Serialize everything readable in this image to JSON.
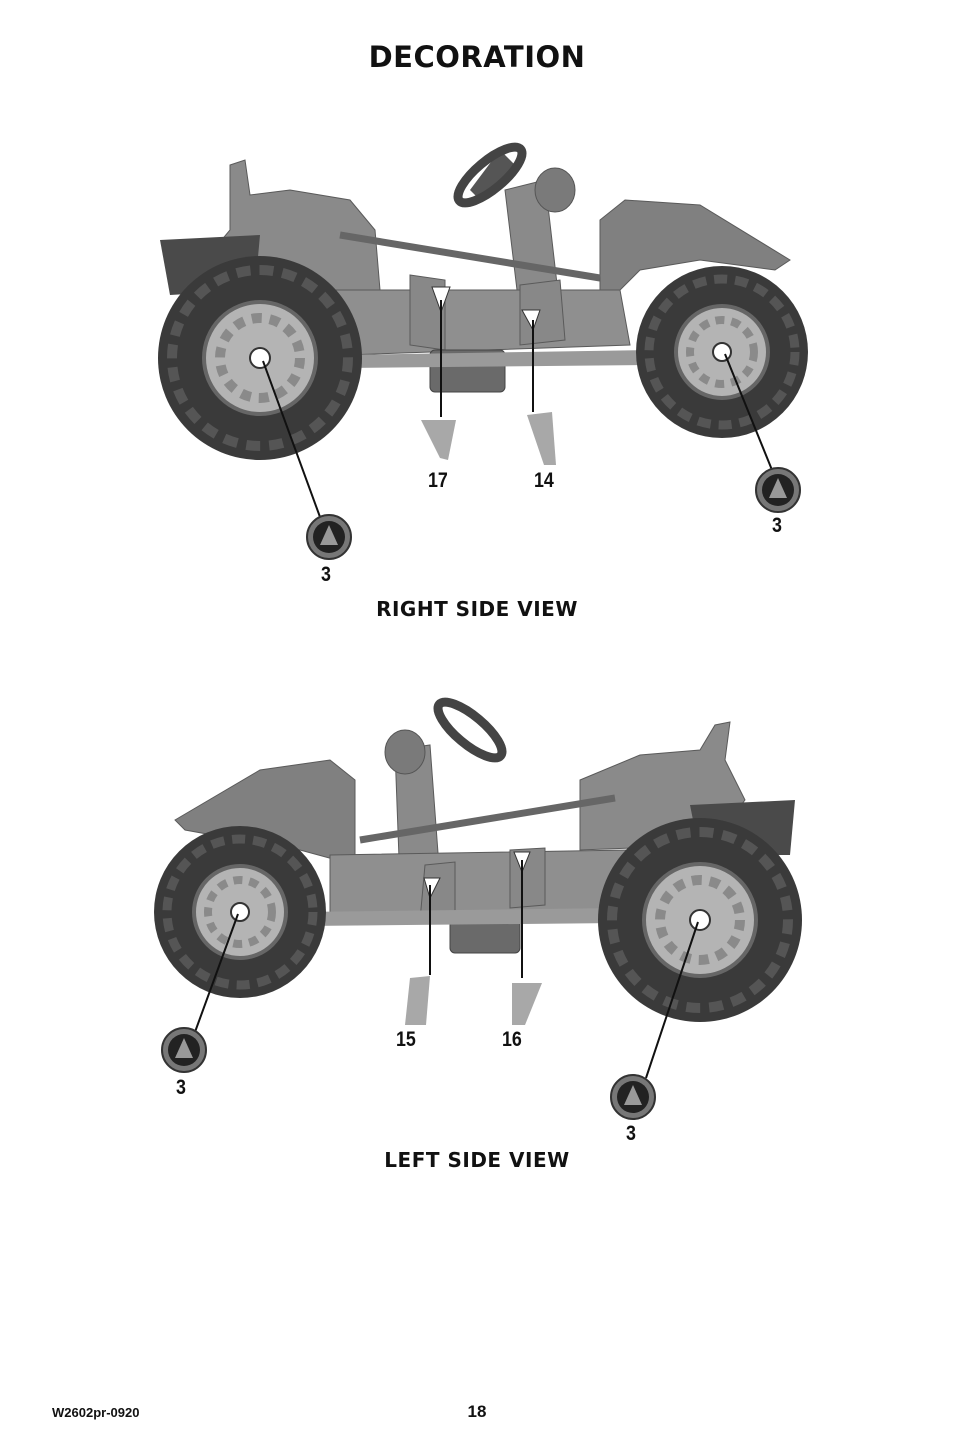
{
  "page": {
    "title": "DECORATION",
    "footer_code": "W2602pr-0920",
    "page_number": "18"
  },
  "right_view": {
    "caption": "RIGHT SIDE VIEW",
    "callouts": {
      "decal_a": "17",
      "decal_b": "14",
      "hub_rear": "3",
      "hub_front": "3"
    }
  },
  "left_view": {
    "caption": "LEFT SIDE VIEW",
    "callouts": {
      "decal_a": "15",
      "decal_b": "16",
      "hub_front": "3",
      "hub_rear": "3"
    }
  },
  "colors": {
    "body": "#8a8a8a",
    "tire": "#3a3a3a",
    "rim": "#b4b4b4",
    "text": "#111111"
  }
}
